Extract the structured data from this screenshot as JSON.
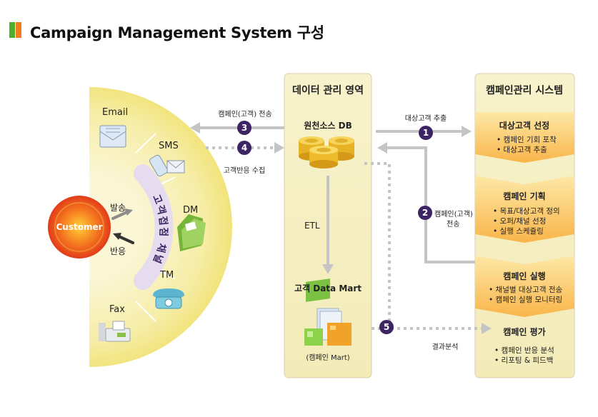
{
  "title": "Campaign Management System 구성",
  "colors": {
    "accent_green": "#4caf2a",
    "accent_orange": "#f47c20",
    "panel": "#f6f0c4",
    "panel_border": "#d9ceb0",
    "step_circle": "#3d2563",
    "arrow_gray": "#c4c4c4",
    "customer_red": "#e84a1a"
  },
  "customer": {
    "label": "Customer",
    "send_label": "발송",
    "response_label": "반응"
  },
  "channels": {
    "arc_label": "고객접점 채널",
    "items": [
      {
        "label": "Email",
        "icon": "envelope-icon"
      },
      {
        "label": "SMS",
        "icon": "mobile-phone-icon"
      },
      {
        "label": "DM",
        "icon": "folder-icon"
      },
      {
        "label": "TM",
        "icon": "telephone-icon"
      },
      {
        "label": "Fax",
        "icon": "fax-icon"
      }
    ]
  },
  "steps": [
    {
      "number": "1",
      "label": "대상고객 추출"
    },
    {
      "number": "2",
      "label_line1": "캠페인(고객)",
      "label_line2": "전송"
    },
    {
      "number": "3",
      "label": "캠페인(고객) 전송"
    },
    {
      "number": "4",
      "label": "고객반응 수집"
    },
    {
      "number": "5",
      "label": "결과분석"
    }
  ],
  "data_area": {
    "title": "데이터 관리 영역",
    "source_db": "원천소스 DB",
    "etl": "ETL",
    "data_mart": "고객 Data Mart",
    "mart_caption": "(캠페인 Mart)"
  },
  "campaign_system": {
    "title": "캠페인관리 시스템",
    "stages": [
      {
        "title": "대상고객 선정",
        "bullets": [
          "캠페인 기회 포착",
          "대상고객 추출"
        ]
      },
      {
        "title": "캠페인 기획",
        "bullets": [
          "목표/대상고객 정의",
          "오퍼/채널 선정",
          "실행 스케쥴링"
        ]
      },
      {
        "title": "캠페인 실행",
        "bullets": [
          "채널별 대상고객 전송",
          "캠페인 실행 모니터링"
        ]
      },
      {
        "title": "캠페인 평가",
        "bullets": [
          "캠페인 반응 분석",
          "리포팅 & 피드백"
        ]
      }
    ]
  }
}
